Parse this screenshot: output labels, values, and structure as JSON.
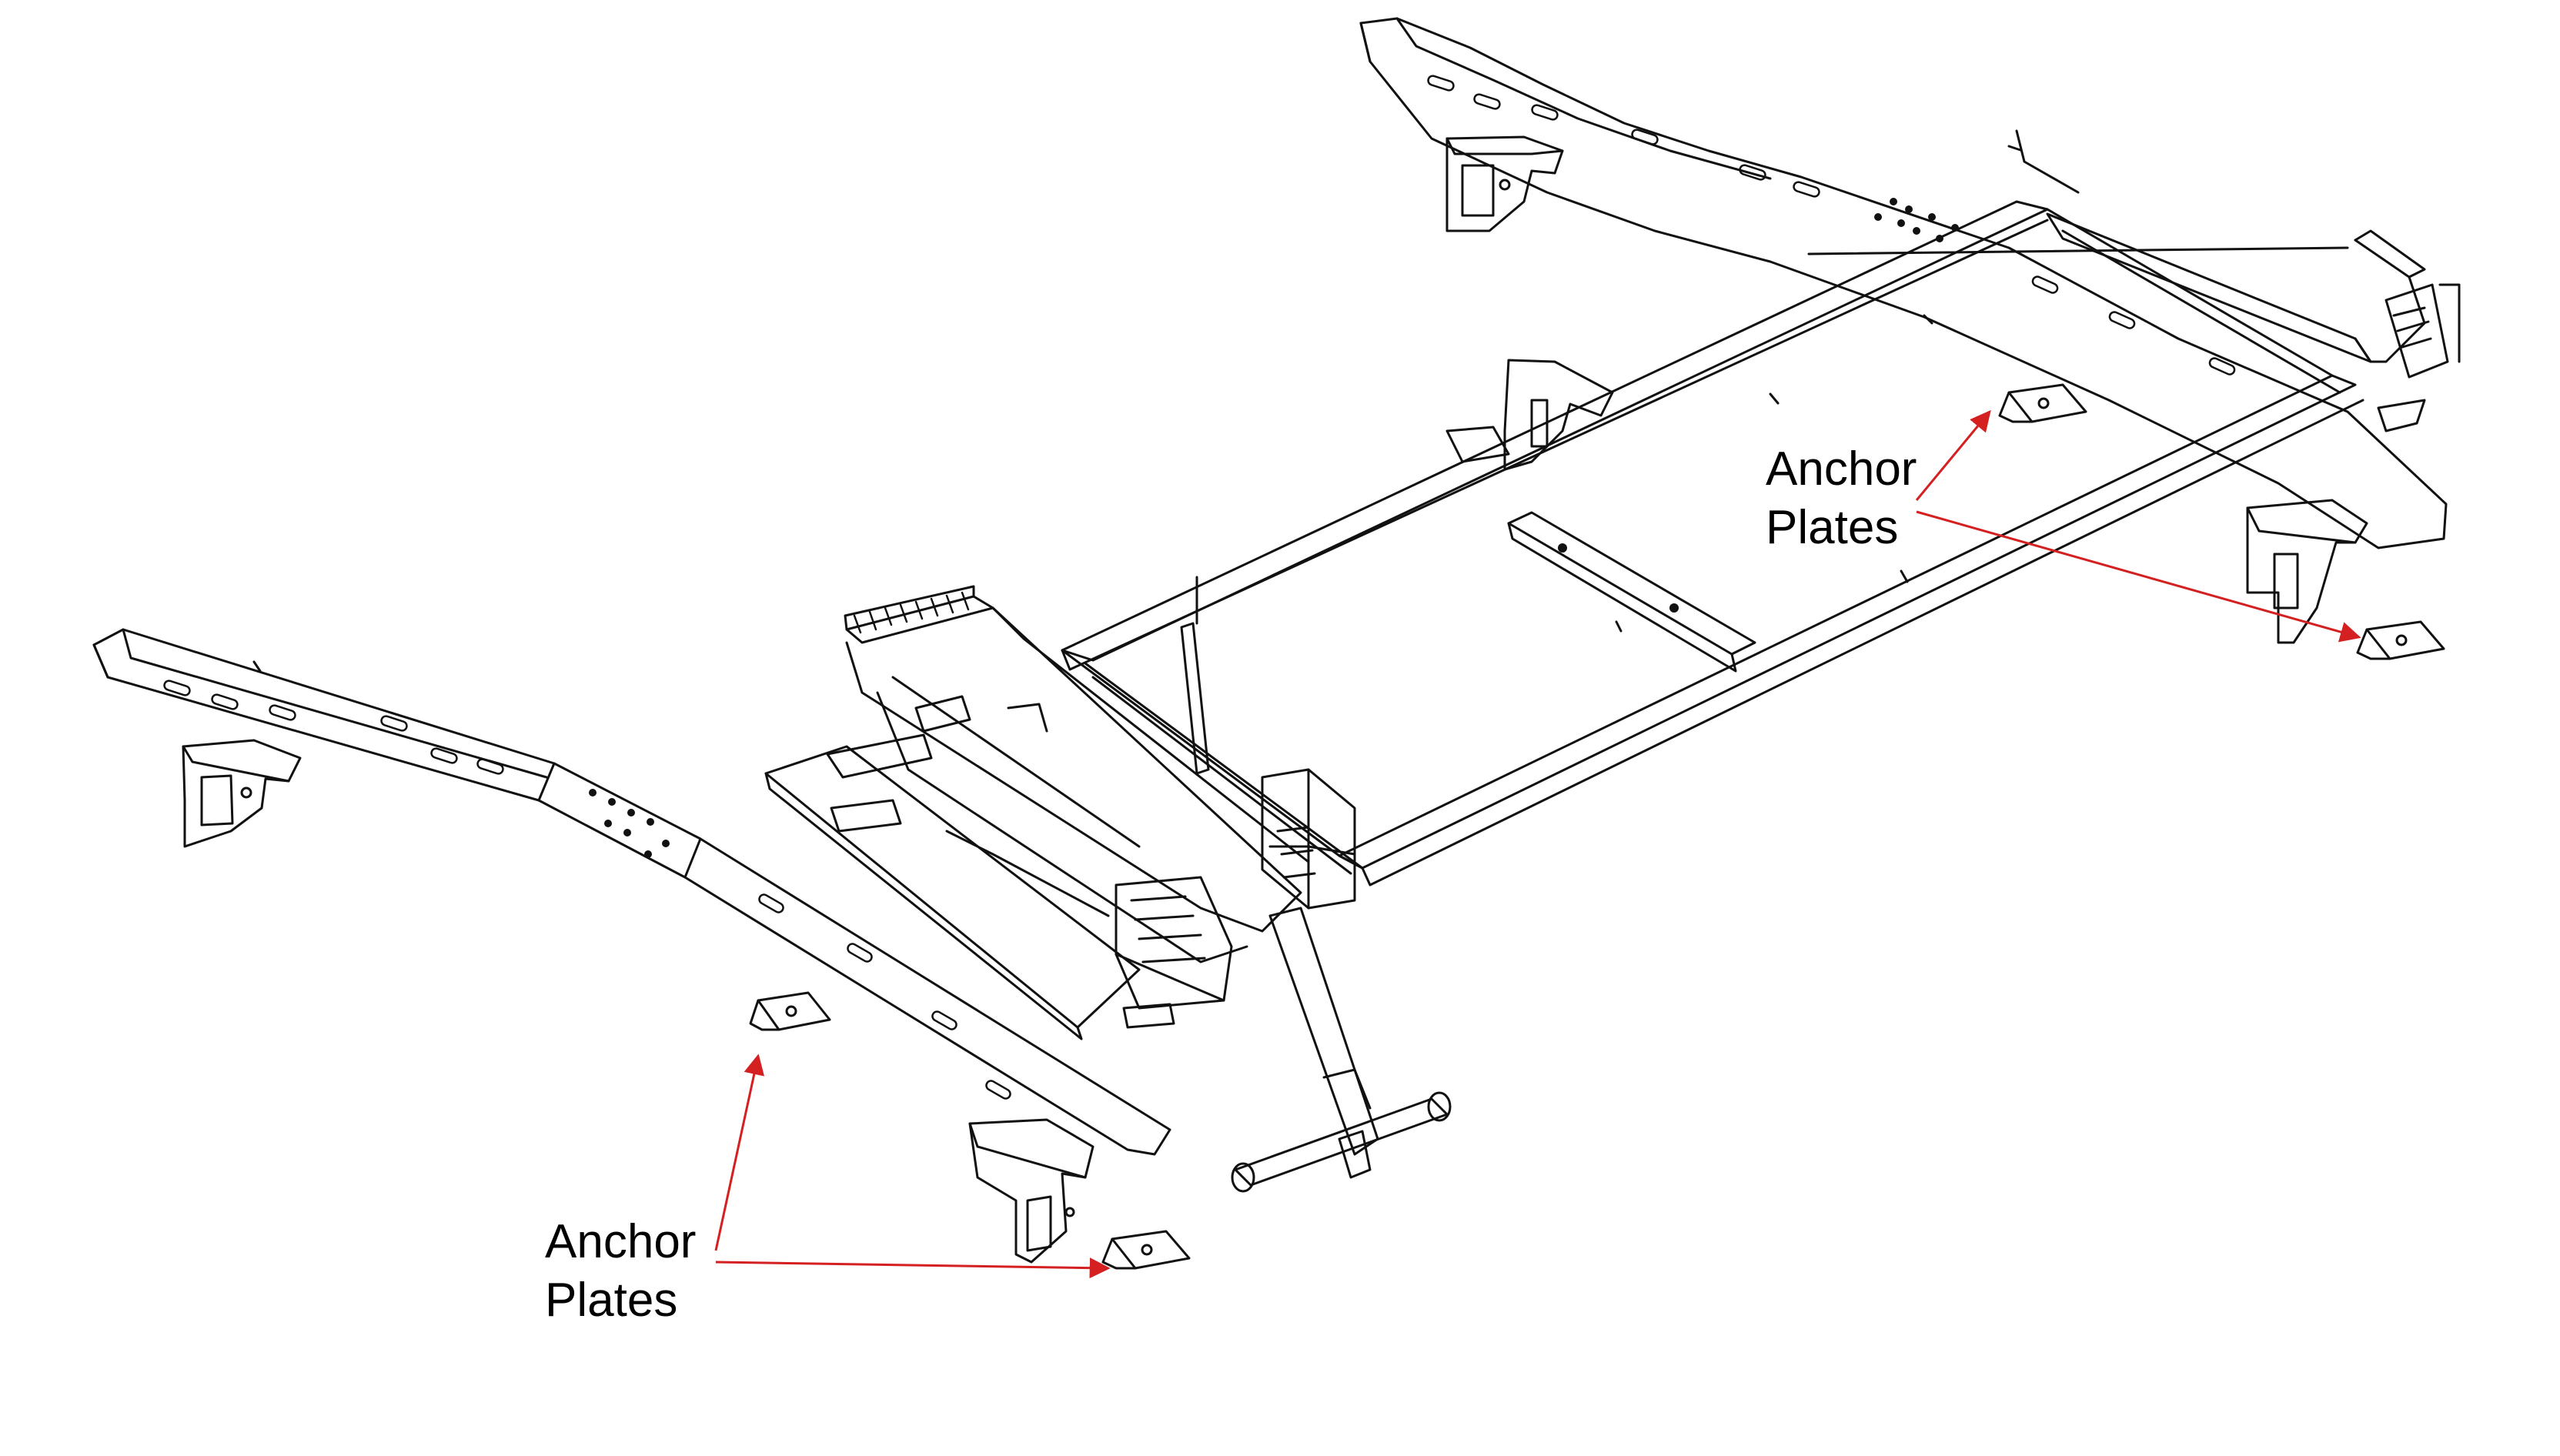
{
  "callouts": [
    {
      "line1": "Anchor",
      "line2": "Plates"
    },
    {
      "line1": "Anchor",
      "line2": "Plates"
    }
  ],
  "colors": {
    "line_art": "#111111",
    "arrow": "#d42020",
    "background": "#ffffff"
  }
}
